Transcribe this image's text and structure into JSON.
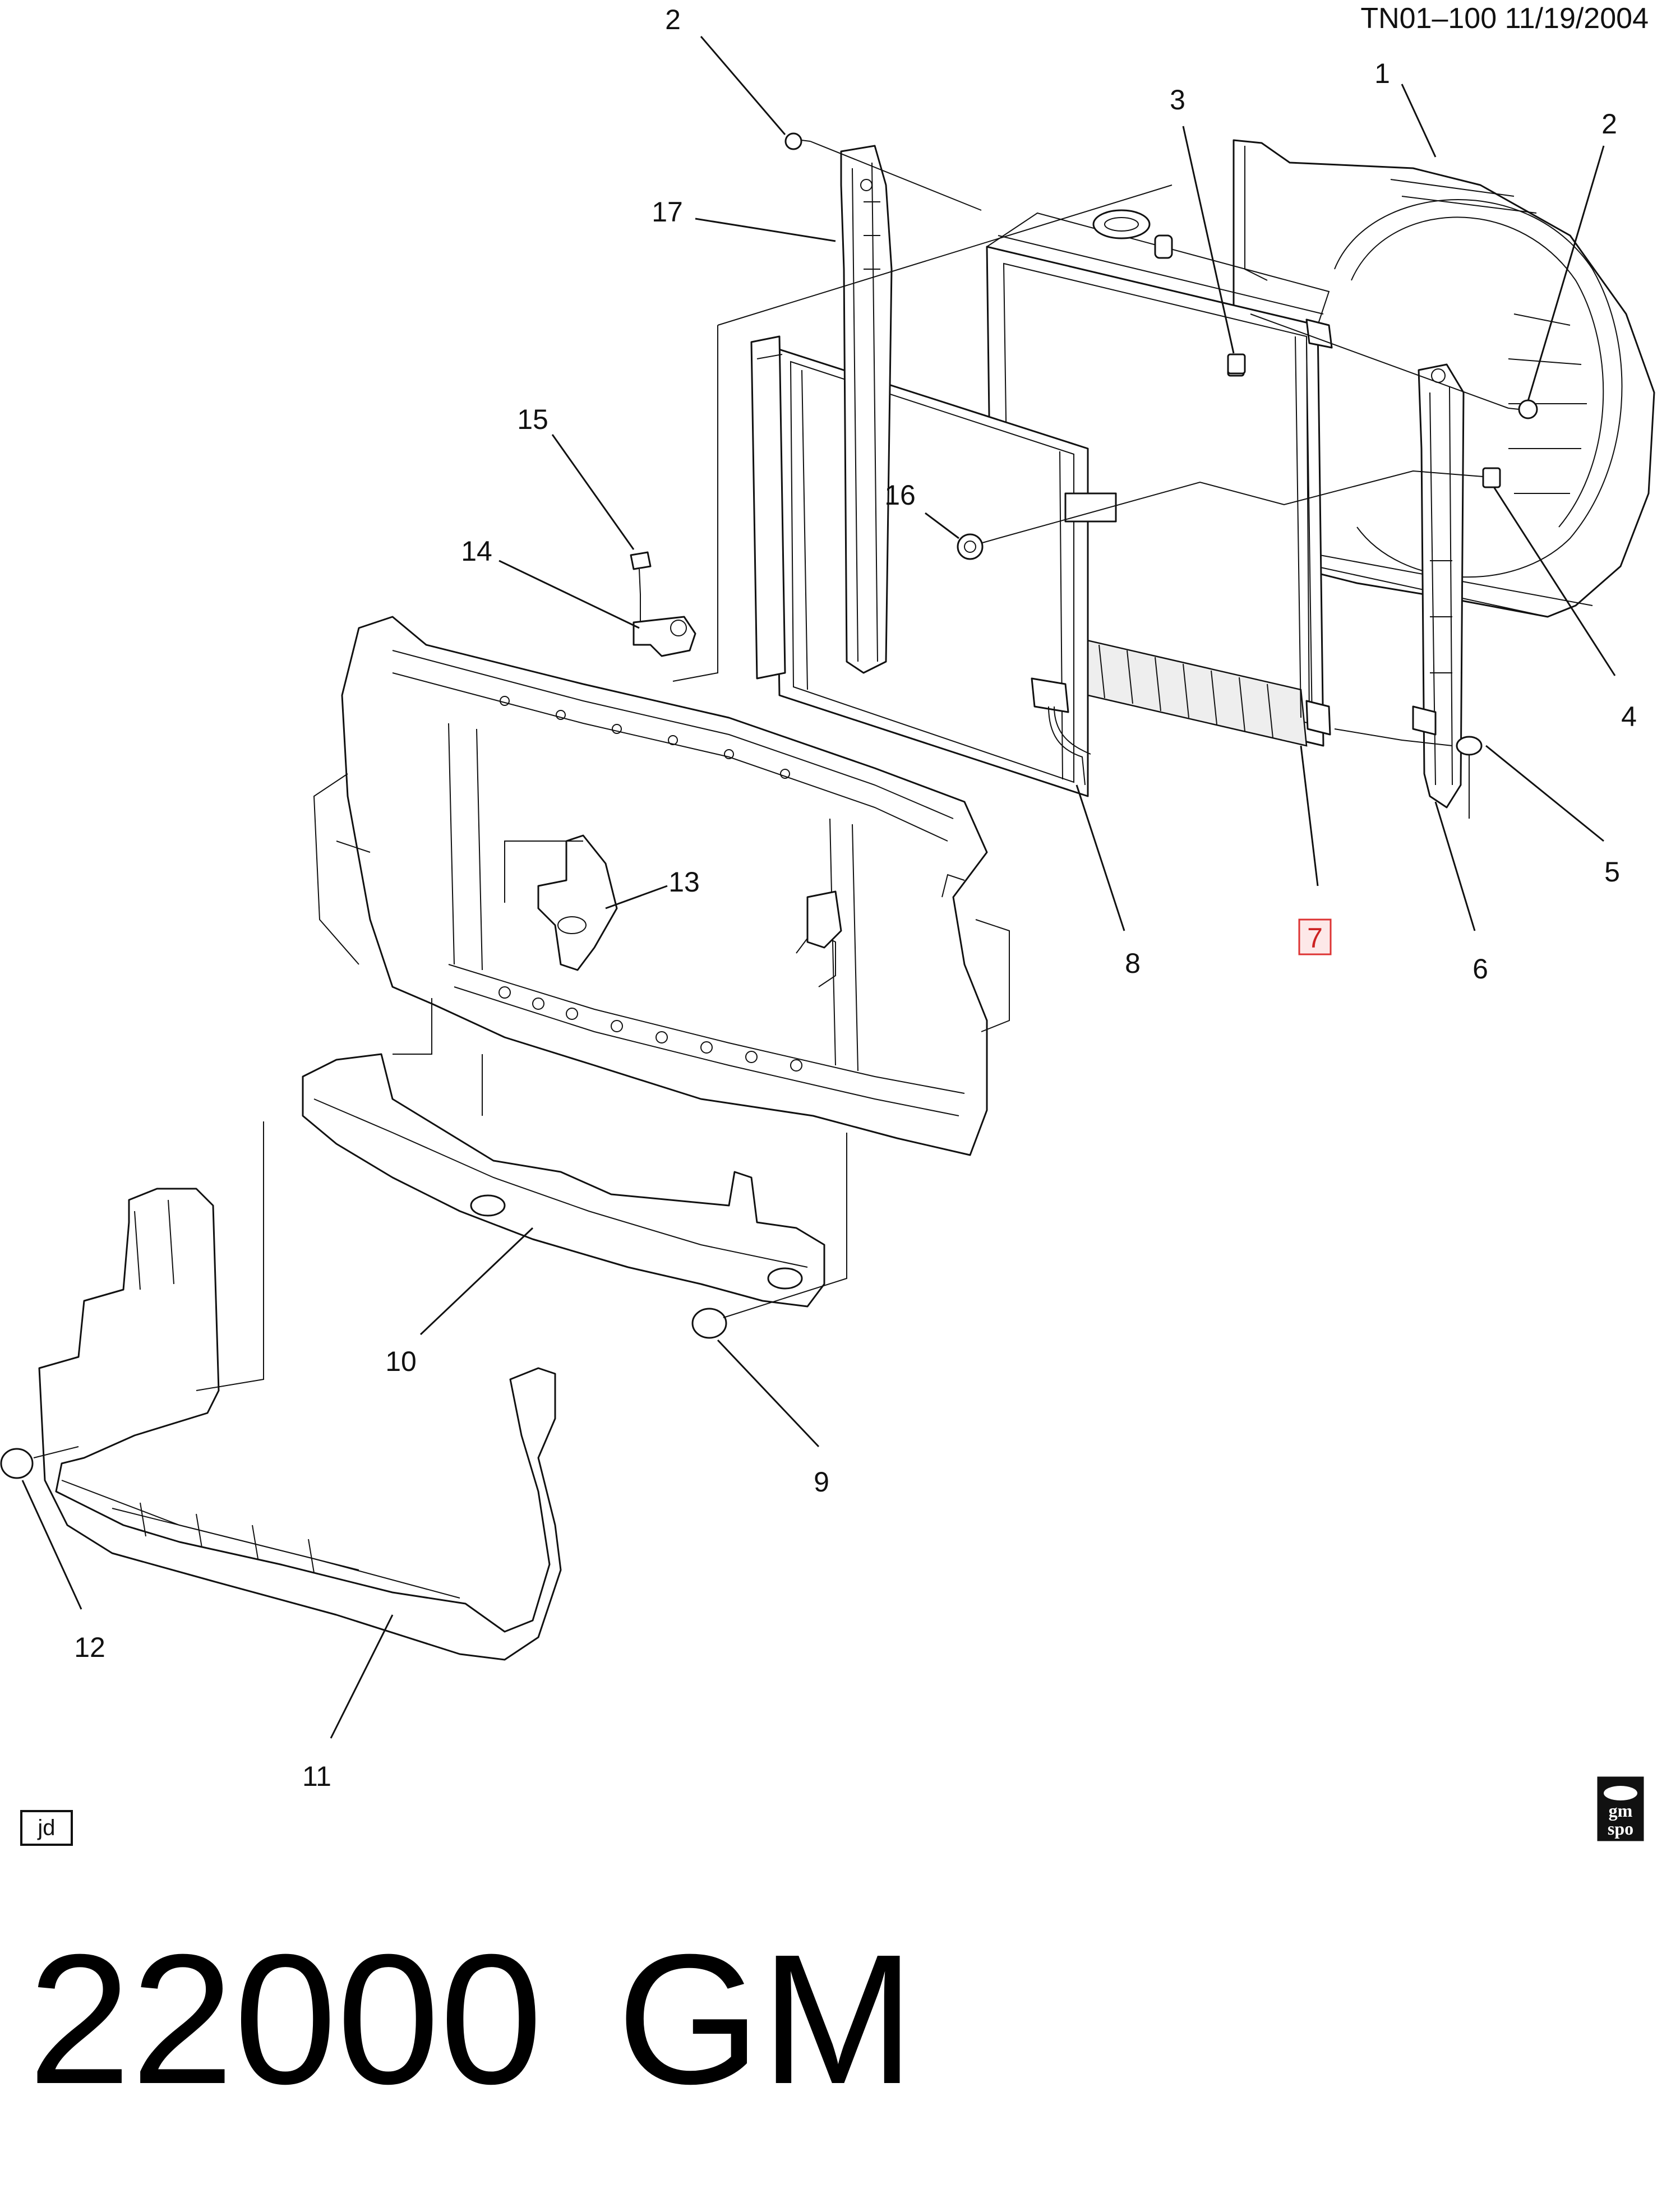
{
  "header": {
    "ref_code": "TN01–100  11/19/2004"
  },
  "callouts": [
    {
      "id": "c1",
      "label": "1"
    },
    {
      "id": "c2a",
      "label": "2"
    },
    {
      "id": "c2b",
      "label": "2"
    },
    {
      "id": "c3",
      "label": "3"
    },
    {
      "id": "c4",
      "label": "4"
    },
    {
      "id": "c5",
      "label": "5"
    },
    {
      "id": "c6",
      "label": "6"
    },
    {
      "id": "c7",
      "label": "7",
      "highlighted": true,
      "highlight_color": "#d33333"
    },
    {
      "id": "c8",
      "label": "8"
    },
    {
      "id": "c9",
      "label": "9"
    },
    {
      "id": "c10",
      "label": "10"
    },
    {
      "id": "c11",
      "label": "11"
    },
    {
      "id": "c12",
      "label": "12"
    },
    {
      "id": "c13",
      "label": "13"
    },
    {
      "id": "c14",
      "label": "14"
    },
    {
      "id": "c15",
      "label": "15"
    },
    {
      "id": "c16",
      "label": "16"
    },
    {
      "id": "c17",
      "label": "17"
    }
  ],
  "footer": {
    "jd_label": "jd",
    "logo_text_top": "gm",
    "logo_text_bottom": "spo",
    "catalog_number": "22000",
    "catalog_brand": "GM"
  }
}
